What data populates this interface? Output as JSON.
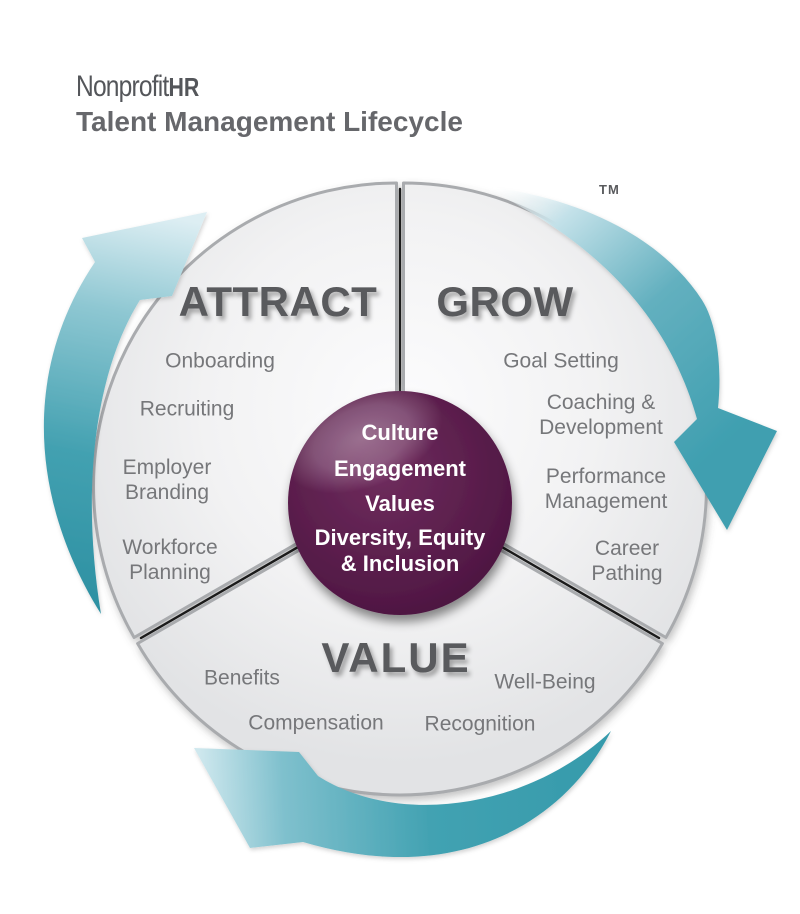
{
  "header": {
    "logo": {
      "text": "Nonprofit",
      "text_bold": "HR"
    },
    "title": "Talent Management Lifecycle",
    "trademark": "TM"
  },
  "wheel": {
    "segments": [
      {
        "label": "ATTRACT",
        "items": [
          "Onboarding",
          "Recruiting",
          "Employer\nBranding",
          "Workforce\nPlanning"
        ]
      },
      {
        "label": "GROW",
        "items": [
          "Goal Setting",
          "Coaching &\nDevelopment",
          "Performance\nManagement",
          "Career\nPathing"
        ]
      },
      {
        "label": "VALUE",
        "items": [
          "Benefits",
          "Compensation",
          "Well-Being",
          "Recognition"
        ]
      }
    ],
    "center": {
      "items": [
        "Culture",
        "Engagement",
        "Values",
        "Diversity, Equity\n& Inclusion"
      ]
    }
  },
  "colors": {
    "teal": "#41a2b2",
    "teal_dark": "#2d90a2",
    "teal_light": "#d9edf2",
    "plum": "#5a1e4c",
    "heading_gray": "#595a5d",
    "item_gray": "#76777a",
    "wheel_fill": "#ededee",
    "wheel_stroke": "#a9abae",
    "divider": "#1b1b1b"
  }
}
